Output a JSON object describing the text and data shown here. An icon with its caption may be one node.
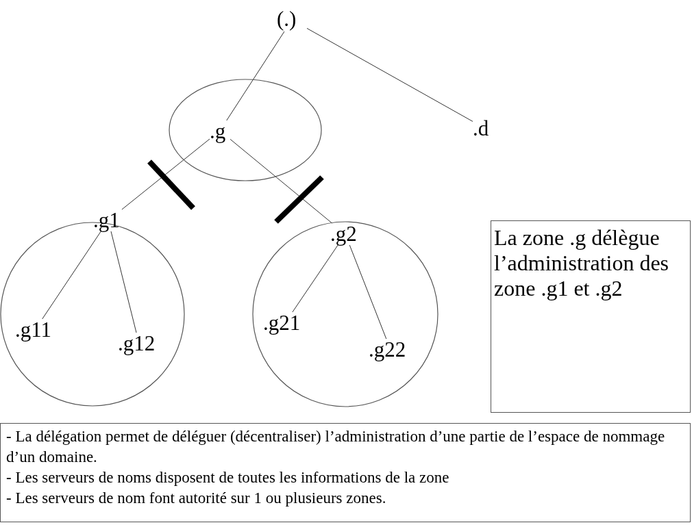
{
  "diagram": {
    "nodes": [
      {
        "text": [
          "(.)"
        ]
      },
      {
        "text": [],
        "shape": "ellipse"
      },
      {
        "text": [
          ".g"
        ],
        "in": 1
      },
      {
        "text": [
          ".d"
        ]
      },
      {
        "text": [],
        "shape": "circle"
      },
      {
        "text": [
          ".g1"
        ],
        "in": 4
      },
      {
        "text": [
          ".g11"
        ],
        "in": 4
      },
      {
        "text": [
          ".g12"
        ],
        "in": 4
      },
      {
        "text": [],
        "shape": "circle"
      },
      {
        "text": [
          ".g2"
        ],
        "in": 8
      },
      {
        "text": [
          ".g21"
        ],
        "in": 8
      },
      {
        "text": [
          ".g22"
        ],
        "in": 8
      },
      {
        "text": [
          "La zone .g délègue l’administration des zone .g1 et .g2"
        ]
      },
      {
        "text": [
          "- La délégation permet de déléguer (décentraliser) l’administration d’une partie de l’espace de nommage d’un domaine.",
          "- Les serveurs de noms disposent de toutes les informations de la zone",
          "- Les serveurs de nom font autorité sur 1 ou plusieurs zones."
        ]
      }
    ],
    "edges": [
      {
        "from": 0,
        "to": 2,
        "arrow": "none"
      },
      {
        "from": 0,
        "to": 3,
        "arrow": "none"
      },
      {
        "from": 2,
        "to": 5,
        "arrow": "none"
      },
      {
        "from": 2,
        "to": 9,
        "arrow": "none"
      },
      {
        "from": 5,
        "to": 6,
        "arrow": "none"
      },
      {
        "from": 5,
        "to": 7,
        "arrow": "none"
      },
      {
        "from": 9,
        "to": 10,
        "arrow": "none"
      },
      {
        "from": 9,
        "to": 11,
        "arrow": "none"
      }
    ]
  }
}
